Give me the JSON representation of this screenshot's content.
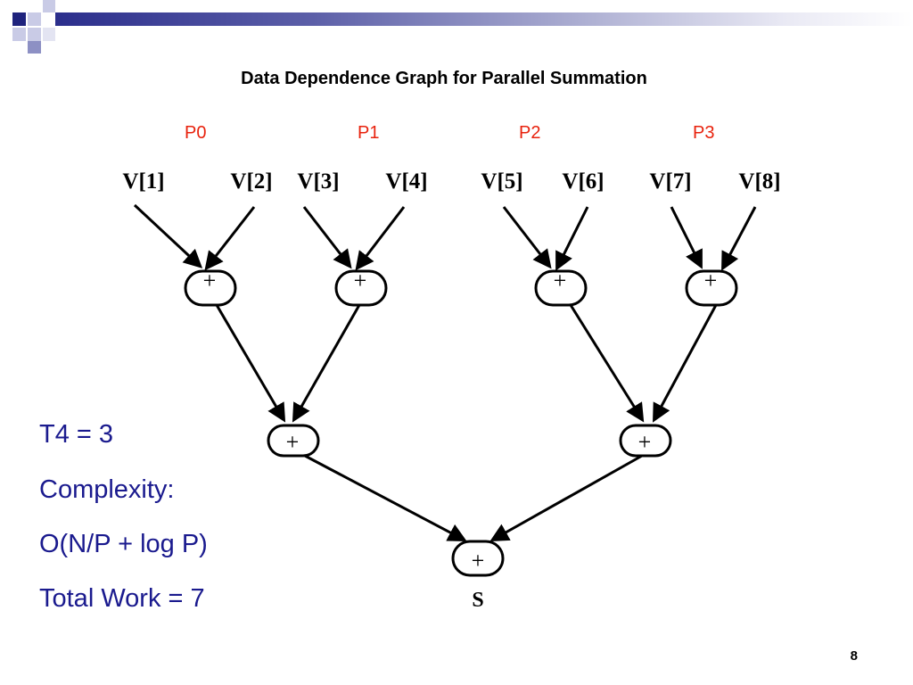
{
  "slide": {
    "title": "Data Dependence Graph for Parallel Summation",
    "page_number": "8"
  },
  "processors": [
    "P0",
    "P1",
    "P2",
    "P3"
  ],
  "inputs": [
    "V[1]",
    "V[2]",
    "V[3]",
    "V[4]",
    "V[5]",
    "V[6]",
    "V[7]",
    "V[8]"
  ],
  "operator": "+",
  "result_label": "S",
  "bullets": [
    "T4 = 3",
    "Complexity:",
    "O(N/P + log P)",
    "Total Work = 7"
  ],
  "colors": {
    "processor_label": "#e8220d",
    "bullet_text": "#1a1a8e",
    "band_dark": "#2b2e8c"
  }
}
